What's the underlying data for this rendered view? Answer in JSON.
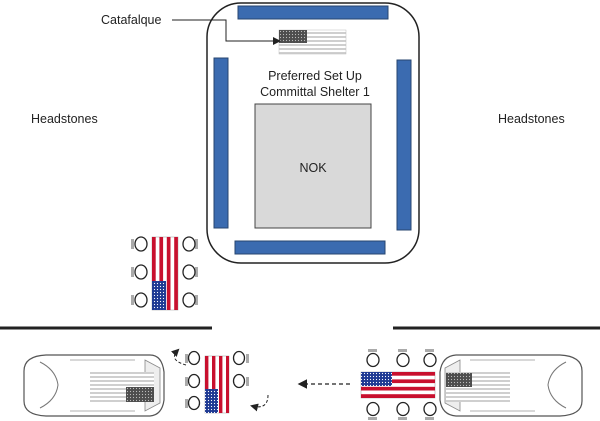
{
  "labels": {
    "catafalque": "Catafalque",
    "title_line1": "Preferred Set Up",
    "title_line2": "Committal Shelter 1",
    "nok": "NOK",
    "headstones_left": "Headstones",
    "headstones_right": "Headstones"
  },
  "colors": {
    "bench_blue": "#3b6bb0",
    "bench_border": "#27466f",
    "nok_gray": "#d9d9d9",
    "flag_red": "#c8102e",
    "flag_blue": "#1f3a93",
    "pall_gray": "#4d4d4d",
    "outline": "#222222"
  }
}
